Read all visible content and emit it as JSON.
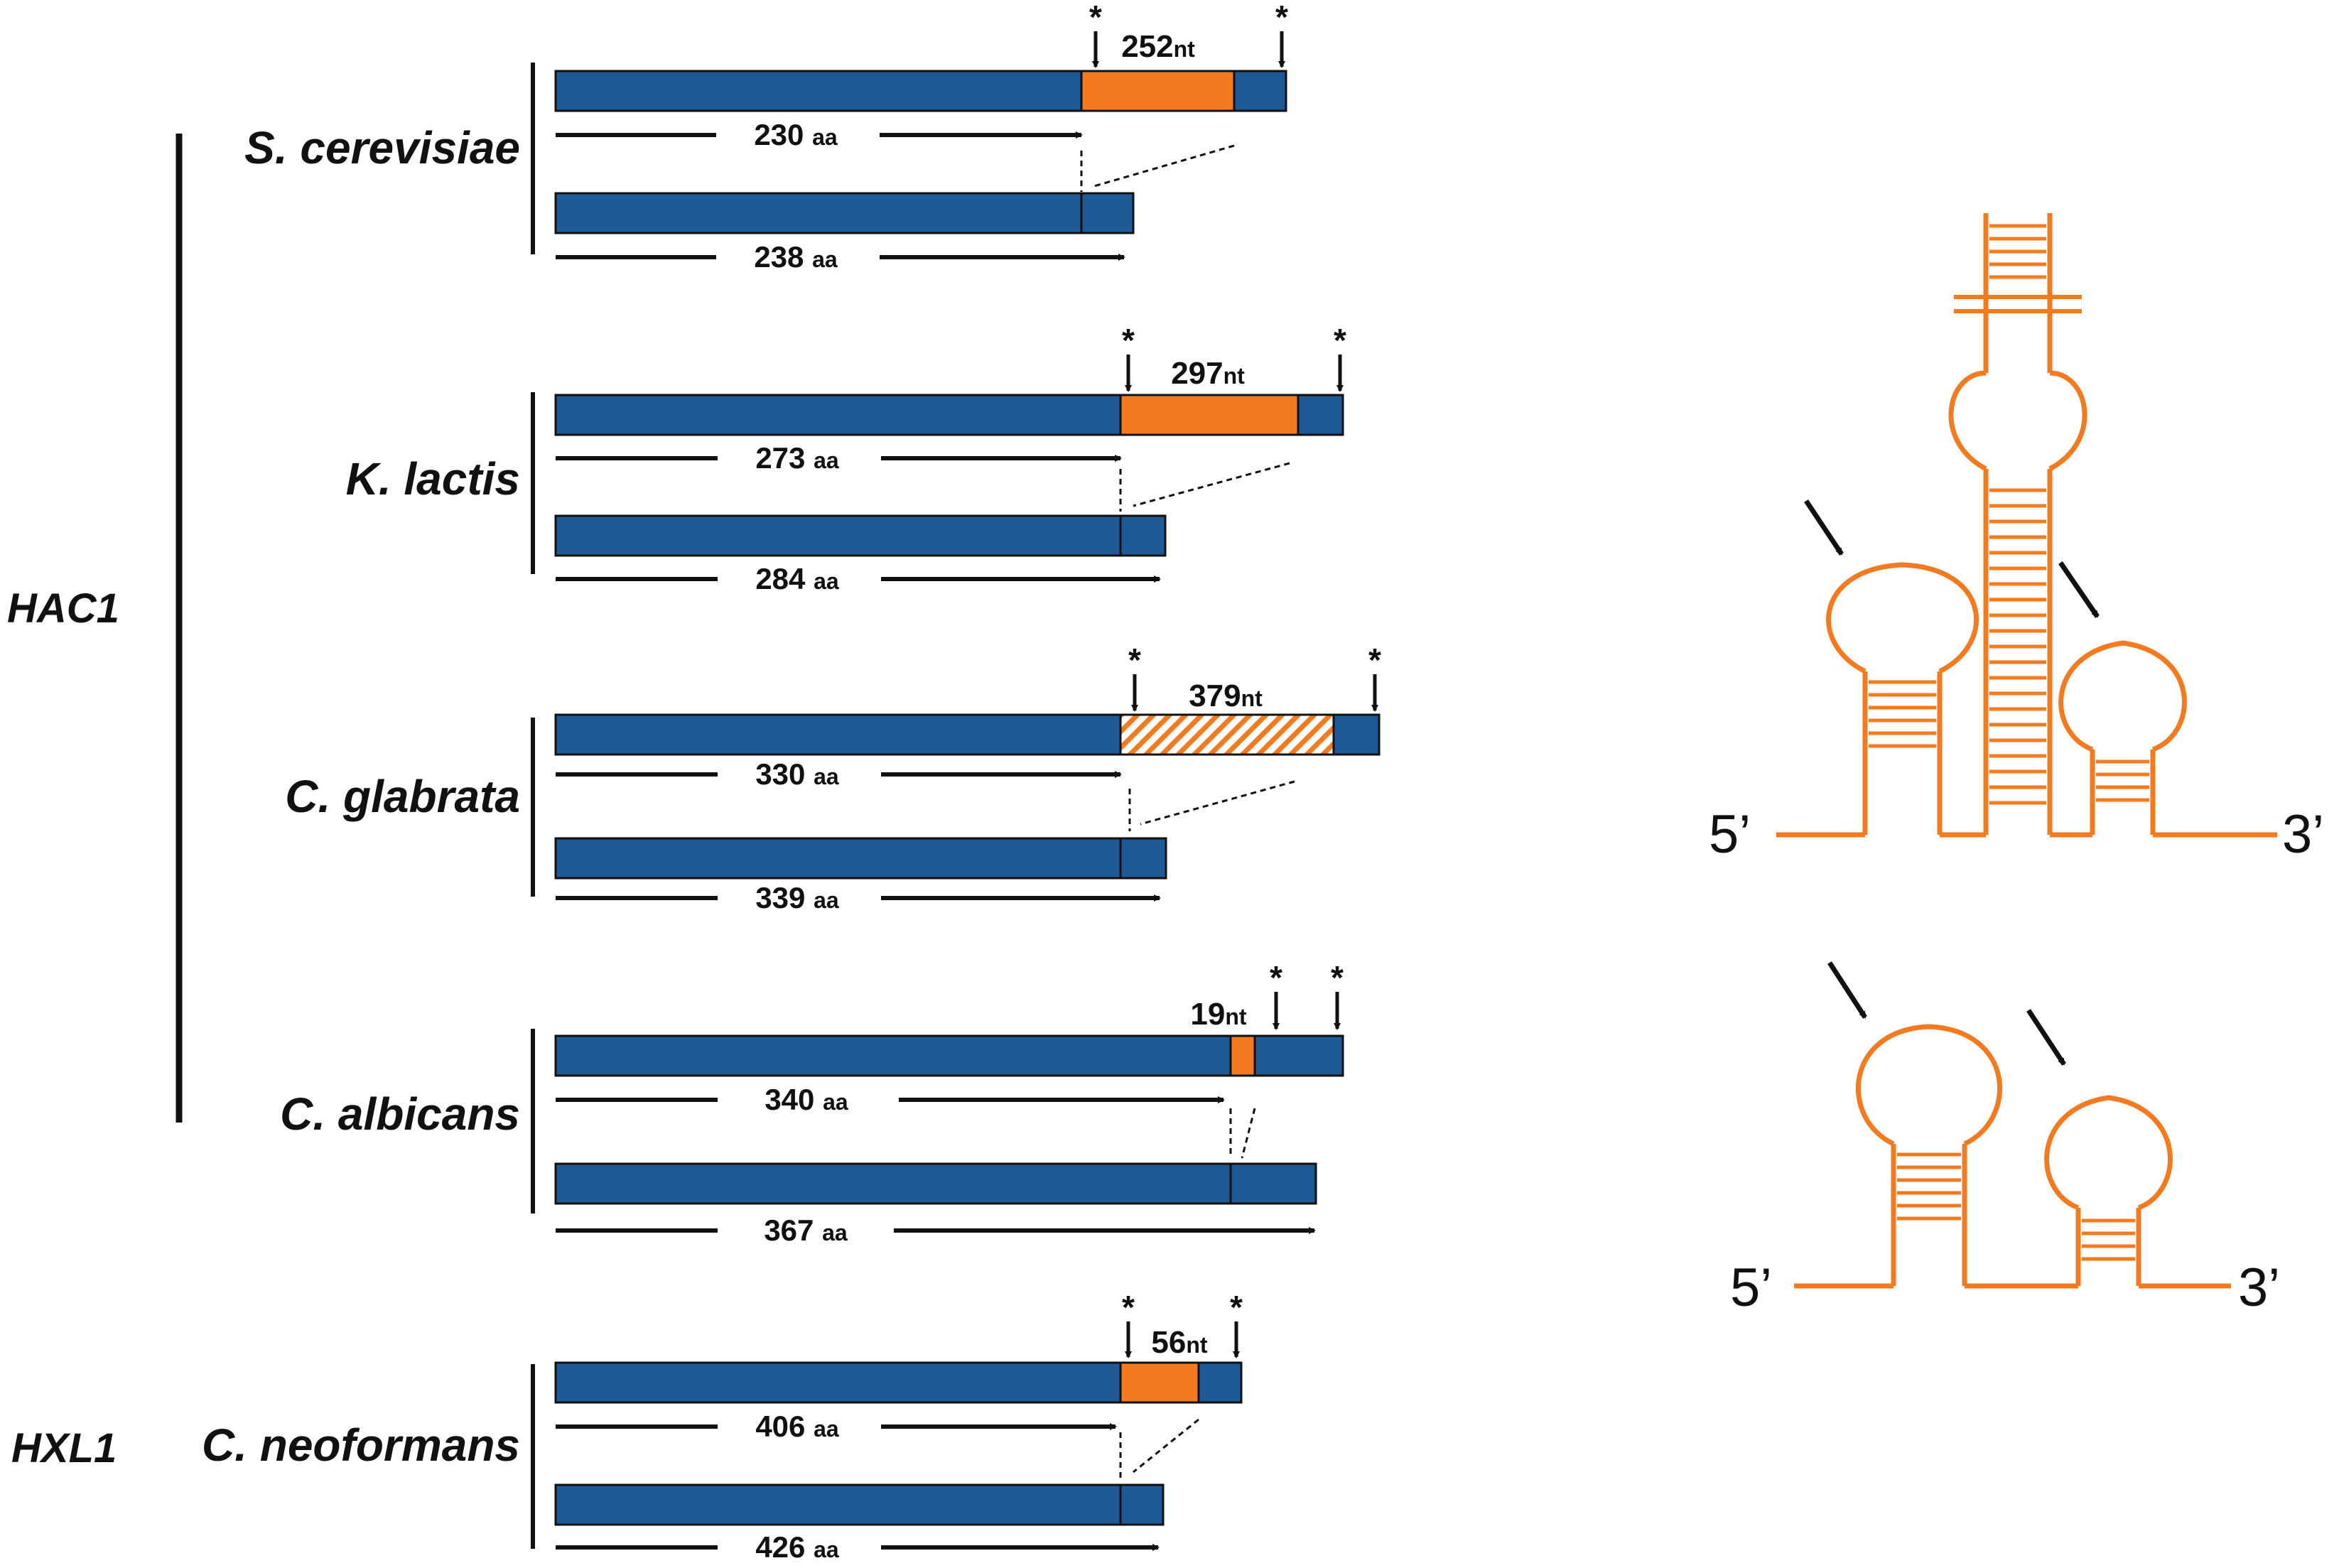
{
  "colors": {
    "exon": "#1e5a96",
    "intron": "#f47a20",
    "stem_loop": "#f47a20",
    "line": "#111111"
  },
  "groups": [
    {
      "label": "HAC1"
    },
    {
      "label": "HXL1"
    }
  ],
  "species": [
    {
      "name": "S. cerevisiae",
      "intron_length": "252",
      "intron_unit": "nt",
      "unspliced_aa": "230",
      "spliced_aa": "238",
      "aa_unit": "aa",
      "intron_pattern": "solid"
    },
    {
      "name": "K. lactis",
      "intron_length": "297",
      "intron_unit": "nt",
      "unspliced_aa": "273",
      "spliced_aa": "284",
      "aa_unit": "aa",
      "intron_pattern": "solid"
    },
    {
      "name": "C. glabrata",
      "intron_length": "379",
      "intron_unit": "nt",
      "unspliced_aa": "330",
      "spliced_aa": "339",
      "aa_unit": "aa",
      "intron_pattern": "hatched"
    },
    {
      "name": "C. albicans",
      "intron_length": "19",
      "intron_unit": "nt",
      "unspliced_aa": "340",
      "spliced_aa": "367",
      "aa_unit": "aa",
      "intron_pattern": "solid"
    },
    {
      "name": "C. neoformans",
      "intron_length": "56",
      "intron_unit": "nt",
      "unspliced_aa": "406",
      "spliced_aa": "426",
      "aa_unit": "aa",
      "intron_pattern": "solid"
    }
  ],
  "stop_marker": "*",
  "structures": [
    {
      "name": "three-stem-loop",
      "five_prime": "5’",
      "three_prime": "3’"
    },
    {
      "name": "two-stem-loop",
      "five_prime": "5’",
      "three_prime": "3’"
    }
  ]
}
